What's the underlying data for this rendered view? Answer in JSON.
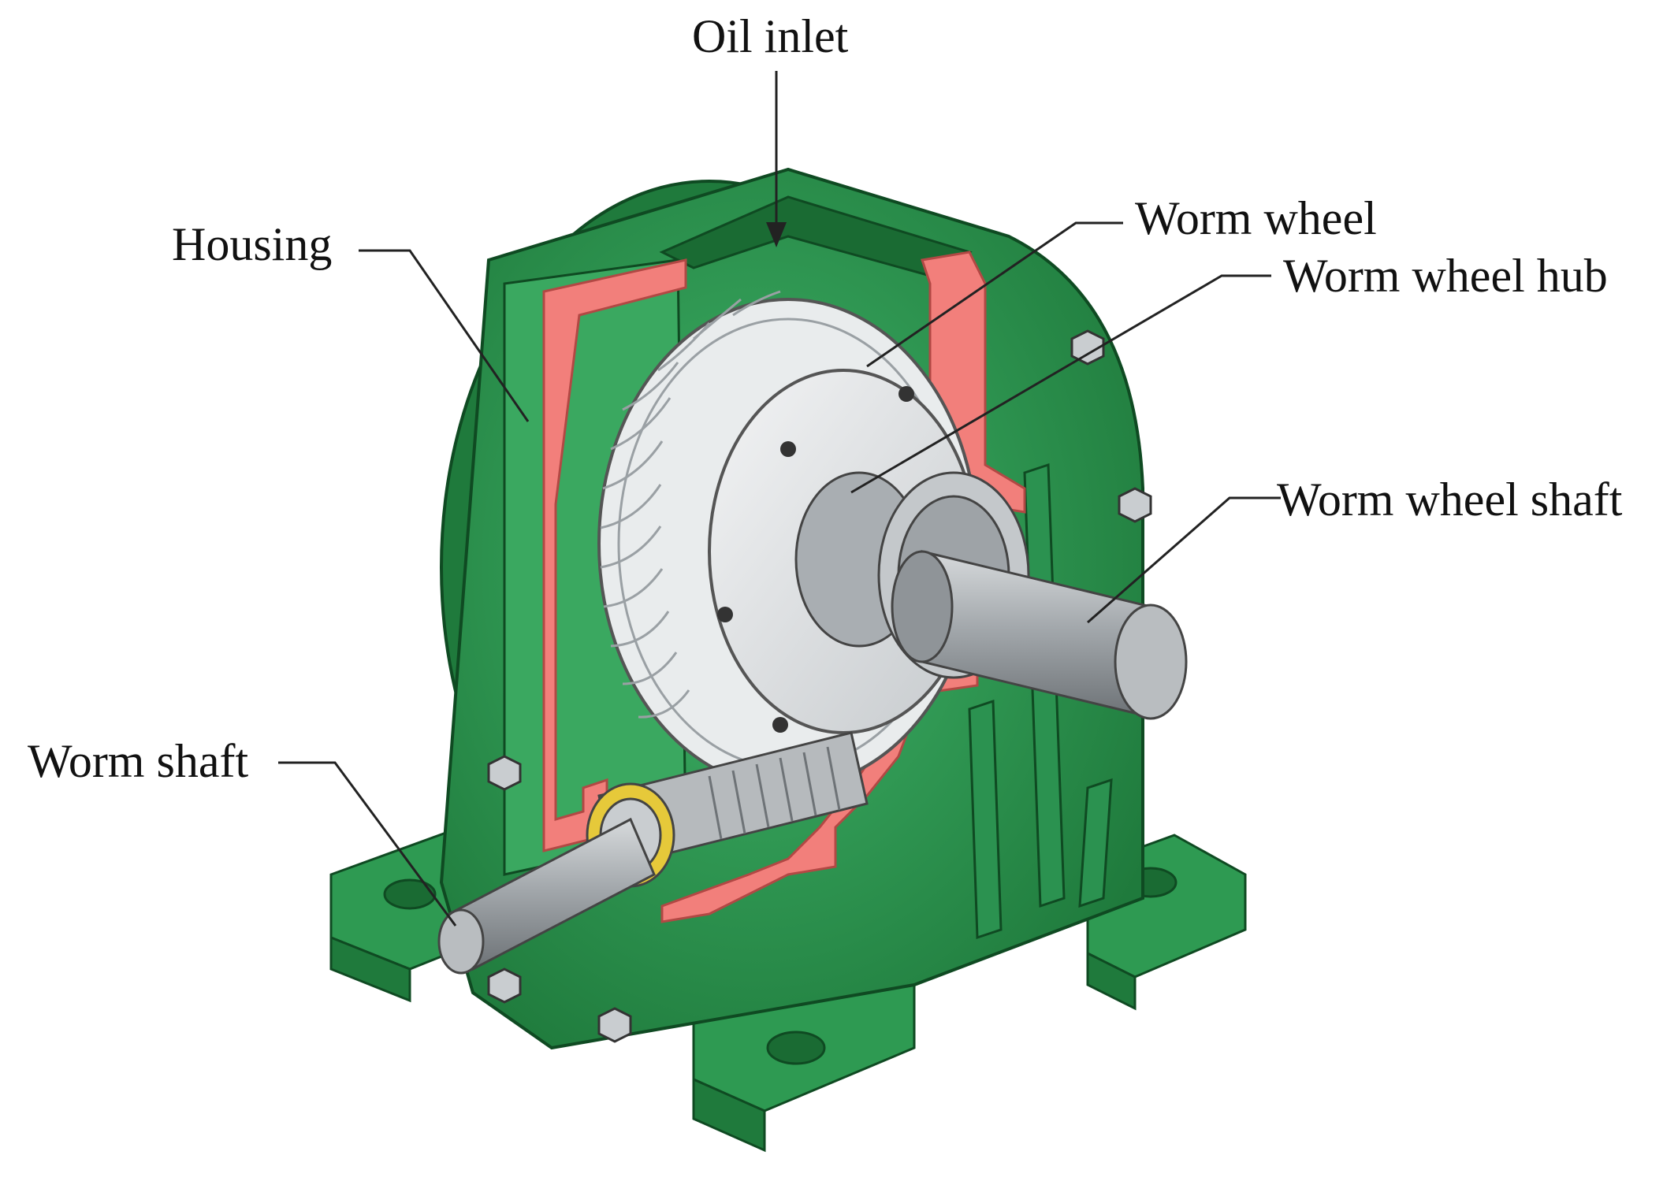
{
  "labels": {
    "oil_inlet": "Oil inlet",
    "housing": "Housing",
    "worm_wheel": "Worm wheel",
    "worm_wheel_hub": "Worm wheel hub",
    "worm_wheel_shaft": "Worm wheel shaft",
    "worm_shaft": "Worm shaft"
  },
  "colors": {
    "housing_green": "#2e9a52",
    "housing_green_dark": "#1f7a3c",
    "housing_green_light": "#3fb368",
    "cut_section": "#f27f7b",
    "worm_wheel": "#e9eced",
    "hub": "#d8dcde",
    "shaft": "#8f9498",
    "shaft_light": "#b9bdc0",
    "bearing_cage": "#e6c93a",
    "leader": "#222222"
  }
}
